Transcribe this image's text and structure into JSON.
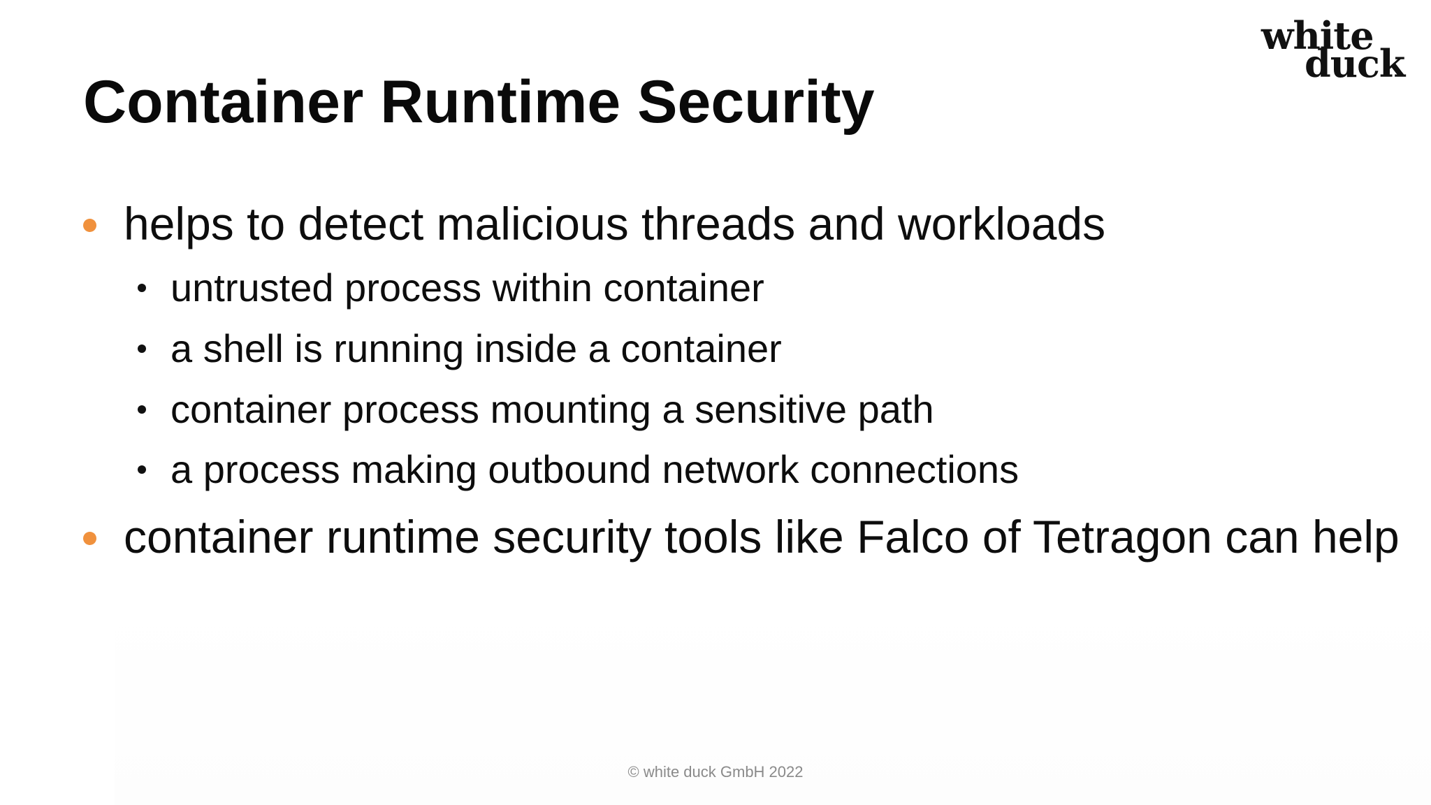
{
  "slide": {
    "title": "Container Runtime Security",
    "logo": {
      "line1": "white",
      "line2": "duck"
    },
    "bullets": [
      {
        "text": "helps to detect malicious threads and workloads",
        "sub_items": [
          "untrusted process within container",
          "a shell is running inside a container",
          "container process mounting a sensitive path",
          "a process making outbound network connections"
        ]
      },
      {
        "text": "container runtime security tools like Falco of Tetragon can help"
      }
    ],
    "footer": "© white duck GmbH 2022"
  },
  "colors": {
    "bullet_accent": "#f0913d",
    "text": "#0d0d0d",
    "footer": "#8a8a8a",
    "background": "#ffffff"
  }
}
